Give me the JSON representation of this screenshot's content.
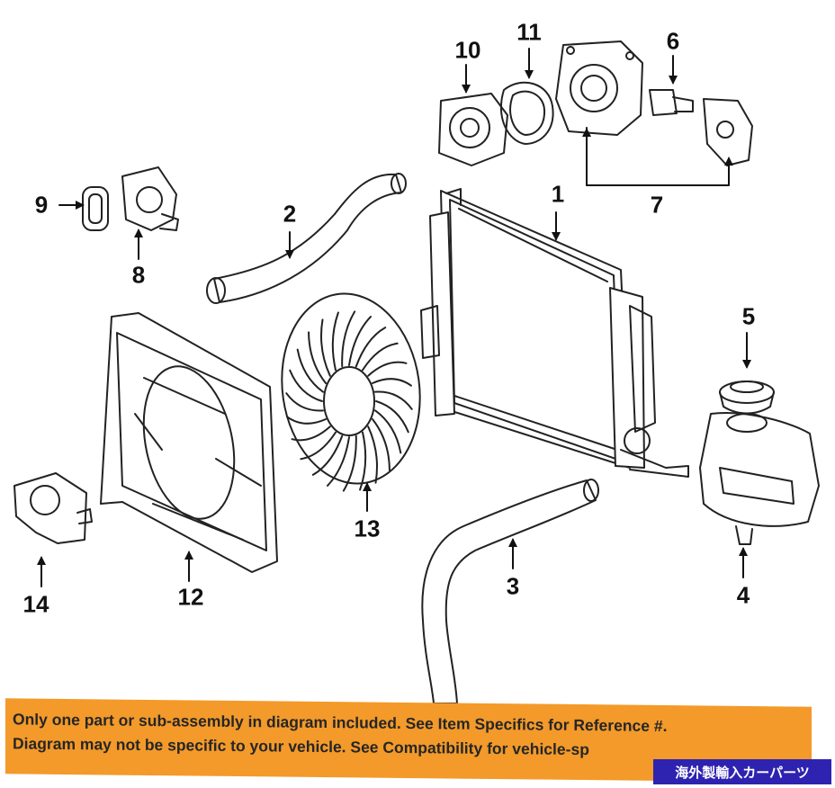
{
  "diagram": {
    "callouts": [
      "1",
      "2",
      "3",
      "4",
      "5",
      "6",
      "7",
      "8",
      "9",
      "10",
      "11",
      "12",
      "13",
      "14"
    ]
  },
  "banner": {
    "line1": "Only one part or sub-assembly in diagram included. See Item Specifics for Reference #.",
    "line2": "Diagram may not be specific to your vehicle. See Compatibility for vehicle-sp",
    "badge": "海外製輸入カーパーツ",
    "background_color": "#f39a2a",
    "badge_color": "#2e23b0"
  }
}
